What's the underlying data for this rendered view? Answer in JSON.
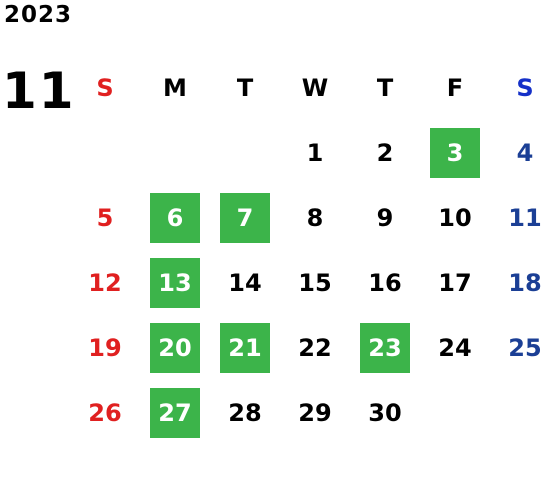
{
  "year": "2023",
  "month": "11",
  "weekdays": [
    {
      "label": "S",
      "kind": "sun"
    },
    {
      "label": "M",
      "kind": ""
    },
    {
      "label": "T",
      "kind": ""
    },
    {
      "label": "W",
      "kind": ""
    },
    {
      "label": "T",
      "kind": ""
    },
    {
      "label": "F",
      "kind": ""
    },
    {
      "label": "S",
      "kind": "sat"
    }
  ],
  "first_weekday_index": 3,
  "days_in_month": 30,
  "highlighted_days": [
    3,
    6,
    7,
    13,
    20,
    21,
    23,
    27
  ],
  "colors": {
    "sunday": "#e02020",
    "saturday": "#1b3f95",
    "highlight_bg": "#3cb44a",
    "highlight_text": "#ffffff"
  }
}
